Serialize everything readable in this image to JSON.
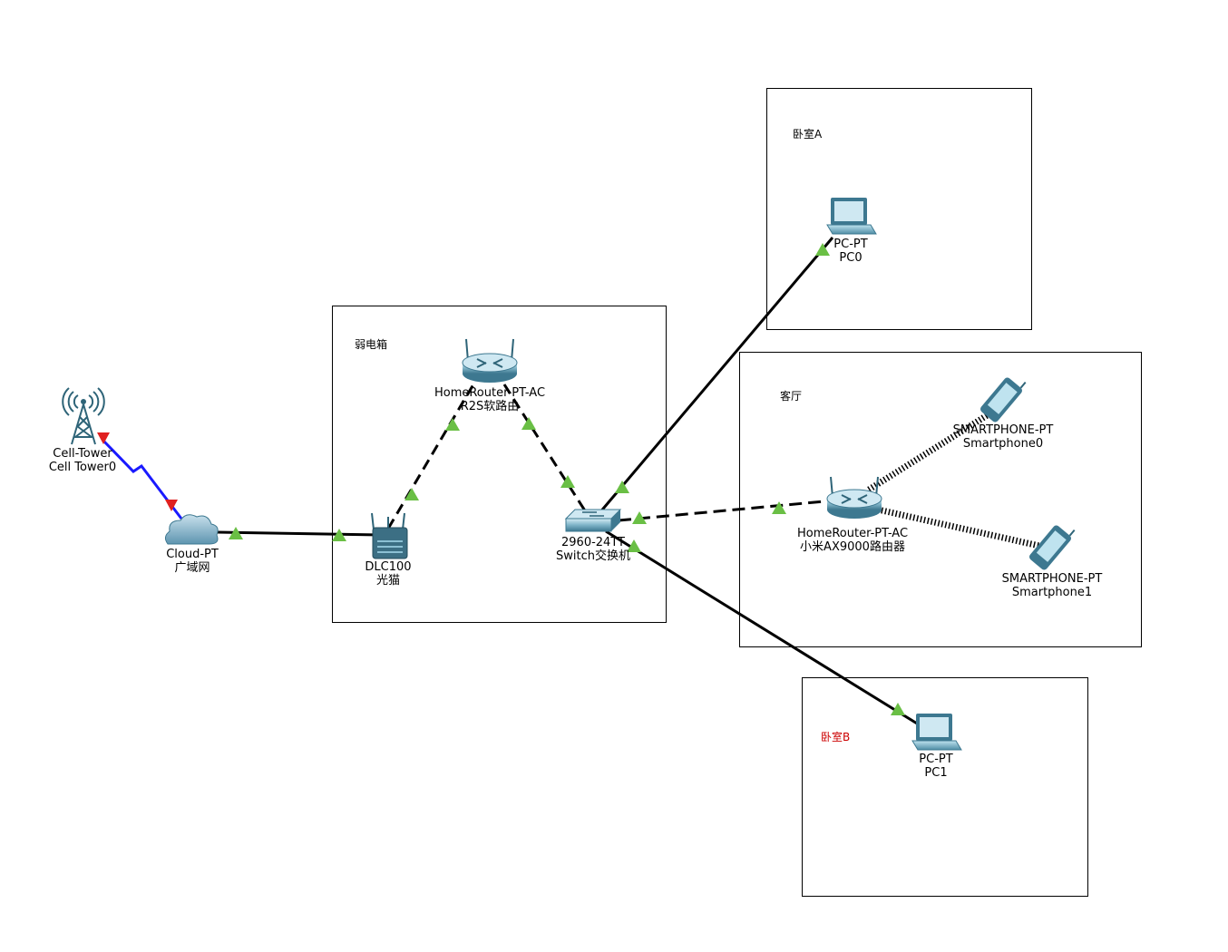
{
  "areas": {
    "ruodian": {
      "label": "弱电箱",
      "label_color": "#000000"
    },
    "woshiA": {
      "label": "卧室A",
      "label_color": "#000000"
    },
    "keting": {
      "label": "客厅",
      "label_color": "#000000"
    },
    "woshiB": {
      "label": "卧室B",
      "label_color": "#cc0000"
    }
  },
  "devices": {
    "celltower": {
      "type": "Cell-Tower",
      "name": "Cell Tower0",
      "icon": "cell-tower-icon"
    },
    "cloud": {
      "type": "Cloud-PT",
      "name": "广域网",
      "icon": "cloud-icon"
    },
    "dlc": {
      "type": "DLC100",
      "name": "光猫",
      "icon": "modem-icon"
    },
    "r2s": {
      "type": "HomeRouter-PT-AC",
      "name": "R2S软路由",
      "icon": "router-icon"
    },
    "switch": {
      "type": "2960-24TT",
      "name": "Switch交换机",
      "icon": "switch-icon"
    },
    "mi": {
      "type": "HomeRouter-PT-AC",
      "name": "小米AX9000路由器",
      "icon": "router-icon"
    },
    "pc0": {
      "type": "PC-PT",
      "name": "PC0",
      "icon": "pc-icon"
    },
    "pc1": {
      "type": "PC-PT",
      "name": "PC1",
      "icon": "pc-icon"
    },
    "phone0": {
      "type": "SMARTPHONE-PT",
      "name": "Smartphone0",
      "icon": "smartphone-icon"
    },
    "phone1": {
      "type": "SMARTPHONE-PT",
      "name": "Smartphone1",
      "icon": "smartphone-icon"
    }
  },
  "links": [
    {
      "from": "celltower",
      "to": "cloud",
      "style": "coax"
    },
    {
      "from": "cloud",
      "to": "dlc",
      "style": "solid"
    },
    {
      "from": "dlc",
      "to": "r2s",
      "style": "dashed"
    },
    {
      "from": "r2s",
      "to": "switch",
      "style": "dashed"
    },
    {
      "from": "switch",
      "to": "pc0",
      "style": "solid"
    },
    {
      "from": "switch",
      "to": "mi",
      "style": "dashed"
    },
    {
      "from": "switch",
      "to": "pc1",
      "style": "solid"
    },
    {
      "from": "mi",
      "to": "phone0",
      "style": "wireless"
    },
    {
      "from": "mi",
      "to": "phone1",
      "style": "wireless"
    }
  ],
  "colors": {
    "link": "#000000",
    "coax": "#1a1aff",
    "port_up": "#6abf45",
    "port_down": "#e02020",
    "device_blue": "#5fa0b8",
    "device_dark": "#2e6478"
  }
}
